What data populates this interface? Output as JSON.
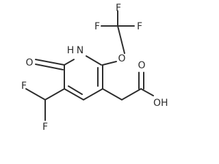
{
  "molecule": {
    "atom_labels": {
      "cf3_f_left": "F",
      "cf3_f_top": "F",
      "cf3_f_right": "F",
      "ether_o": "O",
      "ring_nh": "H",
      "ring_n": "N",
      "carbonyl_o": "O",
      "chf2_f_top": "F",
      "chf2_f_bottom": "F",
      "acid_o_double": "O",
      "acid_oh": "OH"
    }
  }
}
